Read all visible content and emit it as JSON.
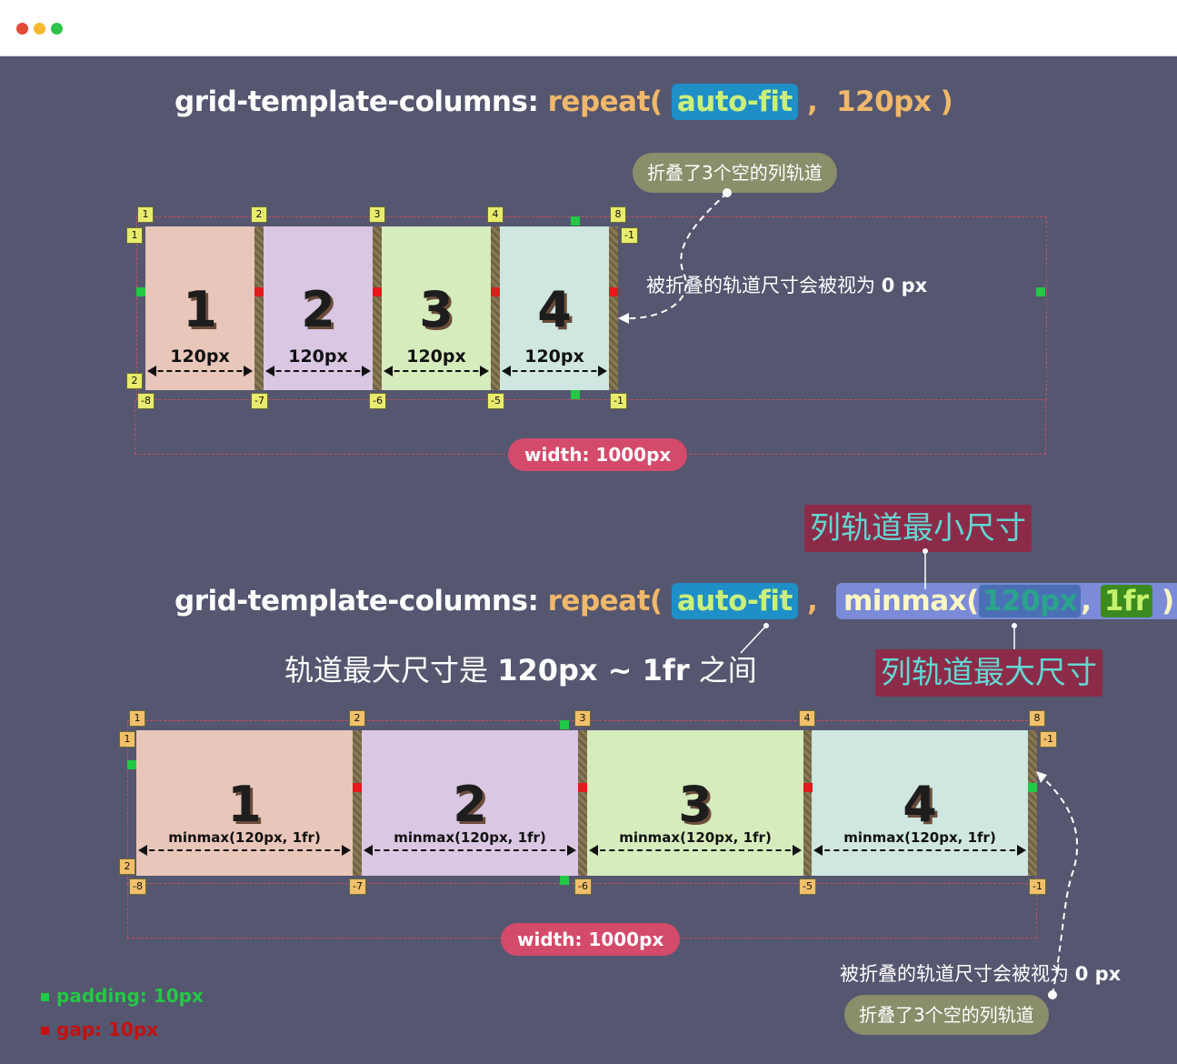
{
  "window": {
    "controls": [
      "close",
      "minimize",
      "maximize"
    ],
    "colors": [
      "#e5493a",
      "#f5b82e",
      "#2fc34a"
    ]
  },
  "top": {
    "code": {
      "prop": "grid-template-columns:",
      "fn": "repeat(",
      "keyword": "auto-fit",
      "comma": ",",
      "size": "120px",
      "close": ")"
    },
    "bubble": "折叠了3个空的列轨道",
    "note_text": "被折叠的轨道尺寸会被视为",
    "note_value": "0 px",
    "cells": [
      {
        "num": "1",
        "label": "120px",
        "color": "#e8c6b9"
      },
      {
        "num": "2",
        "label": "120px",
        "color": "#d9c7e3"
      },
      {
        "num": "3",
        "label": "120px",
        "color": "#d6ecbd"
      },
      {
        "num": "4",
        "label": "120px",
        "color": "#cfe7e0"
      }
    ],
    "col_tags_top": [
      "1",
      "2",
      "3",
      "4",
      "8"
    ],
    "col_tags_bottom": [
      "-8",
      "-7",
      "-6",
      "-5",
      "-1"
    ],
    "row_tags": [
      "1",
      "2"
    ],
    "row_tag_end": "-1",
    "width": "width: 1000px"
  },
  "bottom": {
    "code": {
      "prop": "grid-template-columns:",
      "fn": "repeat(",
      "keyword": "auto-fit",
      "comma": ",",
      "minmax": "minmax(",
      "min": "120px",
      "sep": ",",
      "max": "1fr",
      "close1": ")",
      "close2": ")"
    },
    "label_min": "列轨道最小尺寸",
    "label_max": "列轨道最大尺寸",
    "range_text": "轨道最大尺寸是",
    "range_value": "120px ~ 1fr",
    "range_suffix": "之间",
    "cells": [
      {
        "num": "1",
        "label": "minmax(120px, 1fr)",
        "color": "#e8c6b9"
      },
      {
        "num": "2",
        "label": "minmax(120px, 1fr)",
        "color": "#d9c7e3"
      },
      {
        "num": "3",
        "label": "minmax(120px, 1fr)",
        "color": "#d6ecbd"
      },
      {
        "num": "4",
        "label": "minmax(120px, 1fr)",
        "color": "#cfe7e0"
      }
    ],
    "col_tags_top": [
      "1",
      "2",
      "3",
      "4",
      "8"
    ],
    "col_tags_bottom": [
      "-8",
      "-7",
      "-6",
      "-5",
      "-1"
    ],
    "row_tags": [
      "1",
      "2"
    ],
    "row_tag_end": "-1",
    "width": "width: 1000px",
    "note_text": "被折叠的轨道尺寸会被视为",
    "note_value": "0 px",
    "bubble": "折叠了3个空的列轨道"
  },
  "legend": {
    "padding": "padding: 10px",
    "gap": "gap: 10px",
    "padding_color": "#22c945",
    "gap_color": "#c41010"
  }
}
